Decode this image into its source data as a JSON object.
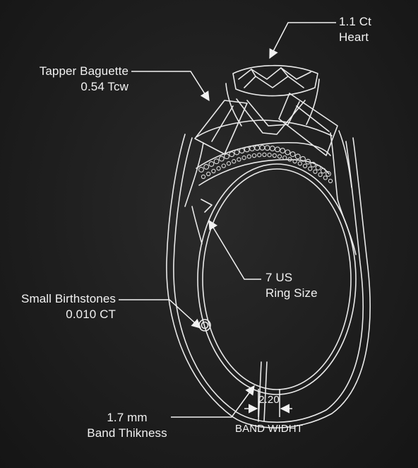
{
  "callouts": {
    "heart": {
      "line1": "1.1 Ct",
      "line2": "Heart"
    },
    "baguette": {
      "line1": "Tapper Baguette",
      "line2": "0.54 Tcw"
    },
    "ring_size": {
      "line1": "7 US",
      "line2": "Ring Size"
    },
    "birthstones": {
      "line1": "Small Birthstones",
      "line2": "0.010 CT"
    },
    "band_thickness": {
      "line1": "1.7 mm",
      "line2": "Band Thikness"
    },
    "band_width": {
      "value": "2.20",
      "label": "BAND WIDHT"
    }
  },
  "colors": {
    "background": "#1e1e1e",
    "chalk": "#f0f0f0"
  }
}
